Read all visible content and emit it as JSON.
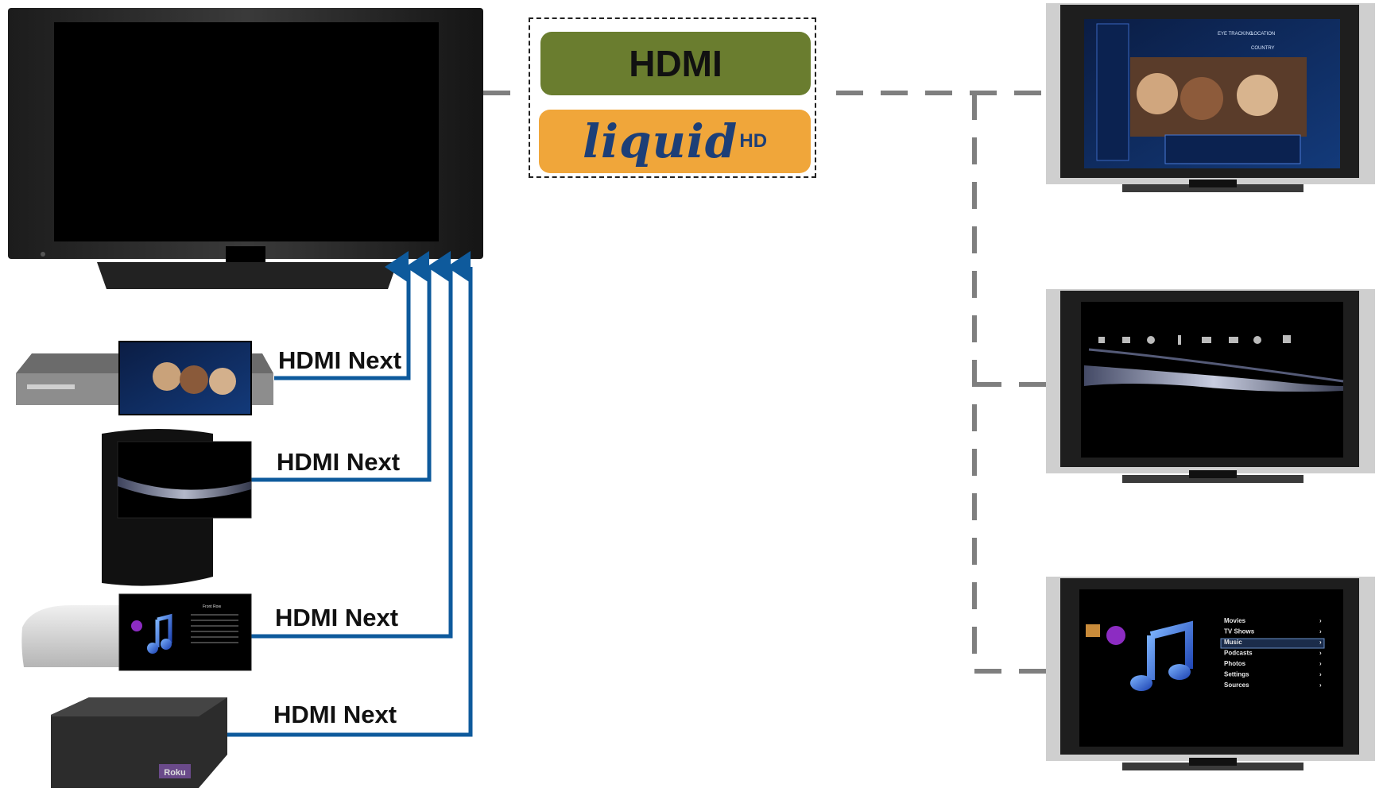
{
  "hdmi_box": {
    "hdmi_label": "HDMI",
    "liquid_logo": "liquid",
    "liquid_logo_suffix": "HD"
  },
  "connections": [
    {
      "label": "HDMI Next",
      "source": "blu-ray-player"
    },
    {
      "label": "HDMI Next",
      "source": "playstation-3"
    },
    {
      "label": "HDMI Next",
      "source": "apple-tv"
    },
    {
      "label": "HDMI Next",
      "source": "roku-box"
    }
  ],
  "tv_screens": {
    "bluray_menu": {
      "status": "EYE TRACKING",
      "location": "LOCATION",
      "country": "COUNTRY"
    },
    "ps3_menu": {},
    "front_row": {
      "title": "Front Row",
      "items": [
        "Movies",
        "TV Shows",
        "Music",
        "Podcasts",
        "Photos",
        "Settings",
        "Sources"
      ],
      "selected": "Music"
    }
  },
  "colors": {
    "arrow": "#0e5a9c",
    "dashed_line": "#808080",
    "hdmi_green": "#6a7d2f",
    "liquid_orange": "#f0a63a",
    "liquid_blue": "#1d3f77"
  }
}
